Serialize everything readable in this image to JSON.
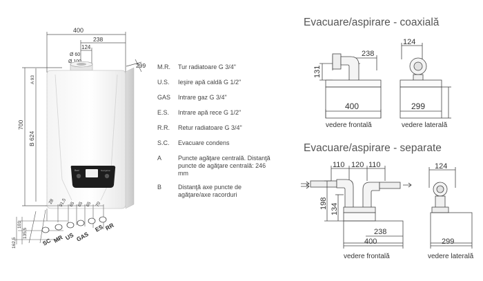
{
  "boiler": {
    "dims": {
      "width": "400",
      "top_offset": "238",
      "inner": "124",
      "diam_flue": "Ø 60",
      "diam_inner": "Ø 100",
      "depth": "299",
      "height": "700",
      "b624": "B 624",
      "a93": "A 93",
      "bottom_dims": [
        "28",
        "91,5",
        "65",
        "65",
        "65",
        "70"
      ],
      "side_dims": [
        "101",
        "135,5",
        "162,5"
      ]
    },
    "connectors": [
      "SC",
      "MR",
      "US",
      "GAS",
      "ES",
      "RR"
    ],
    "panel_text": "Navigation"
  },
  "legend": [
    {
      "code": "M.R.",
      "text": "Tur radiatoare G 3/4\""
    },
    {
      "code": "U.S.",
      "text": "Ieşire apă caldă G 1/2\""
    },
    {
      "code": "GAS",
      "text": "Intrare gaz G 3/4\""
    },
    {
      "code": "E.S.",
      "text": "Intrare apă rece G 1/2\""
    },
    {
      "code": "R.R.",
      "text": "Retur radiatoare G 3/4\""
    },
    {
      "code": "S.C.",
      "text": "Evacuare condens"
    },
    {
      "code": "A",
      "text": "Puncte agăţare centrală. Distanţă puncte de agăţare centrală: 246 mm"
    },
    {
      "code": "B",
      "text": "Distanţă axe puncte de agăţare/axe racorduri"
    }
  ],
  "coaxial": {
    "title": "Evacuare/aspirare - coaxială",
    "front": {
      "d238": "238",
      "d131": "131",
      "d400": "400",
      "caption": "vedere frontală"
    },
    "side": {
      "d124": "124",
      "d299": "299",
      "caption": "vedere laterală"
    }
  },
  "separate": {
    "title": "Evacuare/aspirare - separate",
    "front": {
      "d110a": "110",
      "d120": "120",
      "d110b": "110",
      "d198": "198",
      "d134": "134",
      "d238": "238",
      "d400": "400",
      "caption": "vedere frontală"
    },
    "side": {
      "d124": "124",
      "d299": "299",
      "caption": "vedere laterală"
    }
  }
}
